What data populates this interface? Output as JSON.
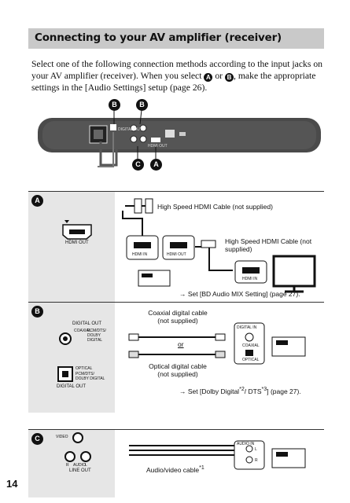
{
  "section": {
    "title": "Connecting to your AV amplifier (receiver)",
    "intro_before": "Select one of the following connection methods according to the input jacks on your AV amplifier (receiver). When you select ",
    "intro_badge_a": "A",
    "intro_or": " or ",
    "intro_badge_b": "B",
    "intro_after": ", make the appropriate settings in the [Audio Settings] setup (page 26)."
  },
  "player_badges": [
    "B",
    "B",
    "C",
    "A"
  ],
  "player_labels": {
    "digital_out": "DIGITAL OUT",
    "hdmi_out": "HDMI OUT"
  },
  "row_a": {
    "badge": "A",
    "jack_label": "HDMI OUT",
    "cable1": "High Speed HDMI Cable (not supplied)",
    "cable2": "High Speed HDMI Cable (not supplied)",
    "port_hdmi_in": "HDMI IN",
    "port_hdmi_out": "HDMI OUT",
    "tv_port": "HDMI IN",
    "setting_arrow": "→",
    "setting": "Set [BD Audio MIX Setting] (page 27)."
  },
  "row_b": {
    "badge": "B",
    "digital_out_top": "DIGITAL OUT",
    "coaxial": "COAXIAL",
    "coaxial_fmt": "PCM/DTS/ DOLBY DIGITAL",
    "optical": "OPTICAL",
    "optical_fmt": "PCM/DTS/ DOLBY DIGITAL",
    "digital_out_bottom": "DIGITAL OUT",
    "coax_cable": "Coaxial digital cable (not supplied)",
    "or": "or",
    "opt_cable": "Optical digital cable (not supplied)",
    "amp_label": "DIGITAL IN",
    "amp_coax": "COAXIAL",
    "amp_opt": "OPTICAL",
    "setting_arrow": "→",
    "setting_prefix": "Set [Dolby Digital",
    "sup1": "*2",
    "setting_mid": "/ DTS",
    "sup2": "*3",
    "setting_suffix": "] (page 27)."
  },
  "row_c": {
    "badge": "C",
    "video": "VIDEO",
    "r": "R",
    "audio": "AUDIO",
    "l": "L",
    "line_out": "LINE OUT",
    "cable": "Audio/video cable",
    "sup": "*1",
    "amp_label": "AUDIO IN",
    "amp_l": "L",
    "amp_r": "R"
  },
  "page_number": "14"
}
